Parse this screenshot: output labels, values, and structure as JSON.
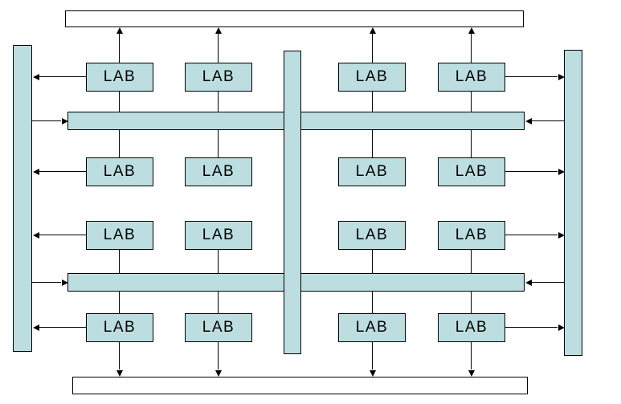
{
  "labels": {
    "lab": "LAB"
  },
  "colors": {
    "channel_fill": "#bcdee0",
    "io_bar_fill": "#ffffff",
    "outline": "#000000",
    "background": "#ffffff"
  },
  "structure": {
    "lab_rows": 4,
    "lab_columns": 4,
    "lab_blocks": 16,
    "horizontal_channels": 2,
    "vertical_channels": 3,
    "io_bars": 2
  }
}
